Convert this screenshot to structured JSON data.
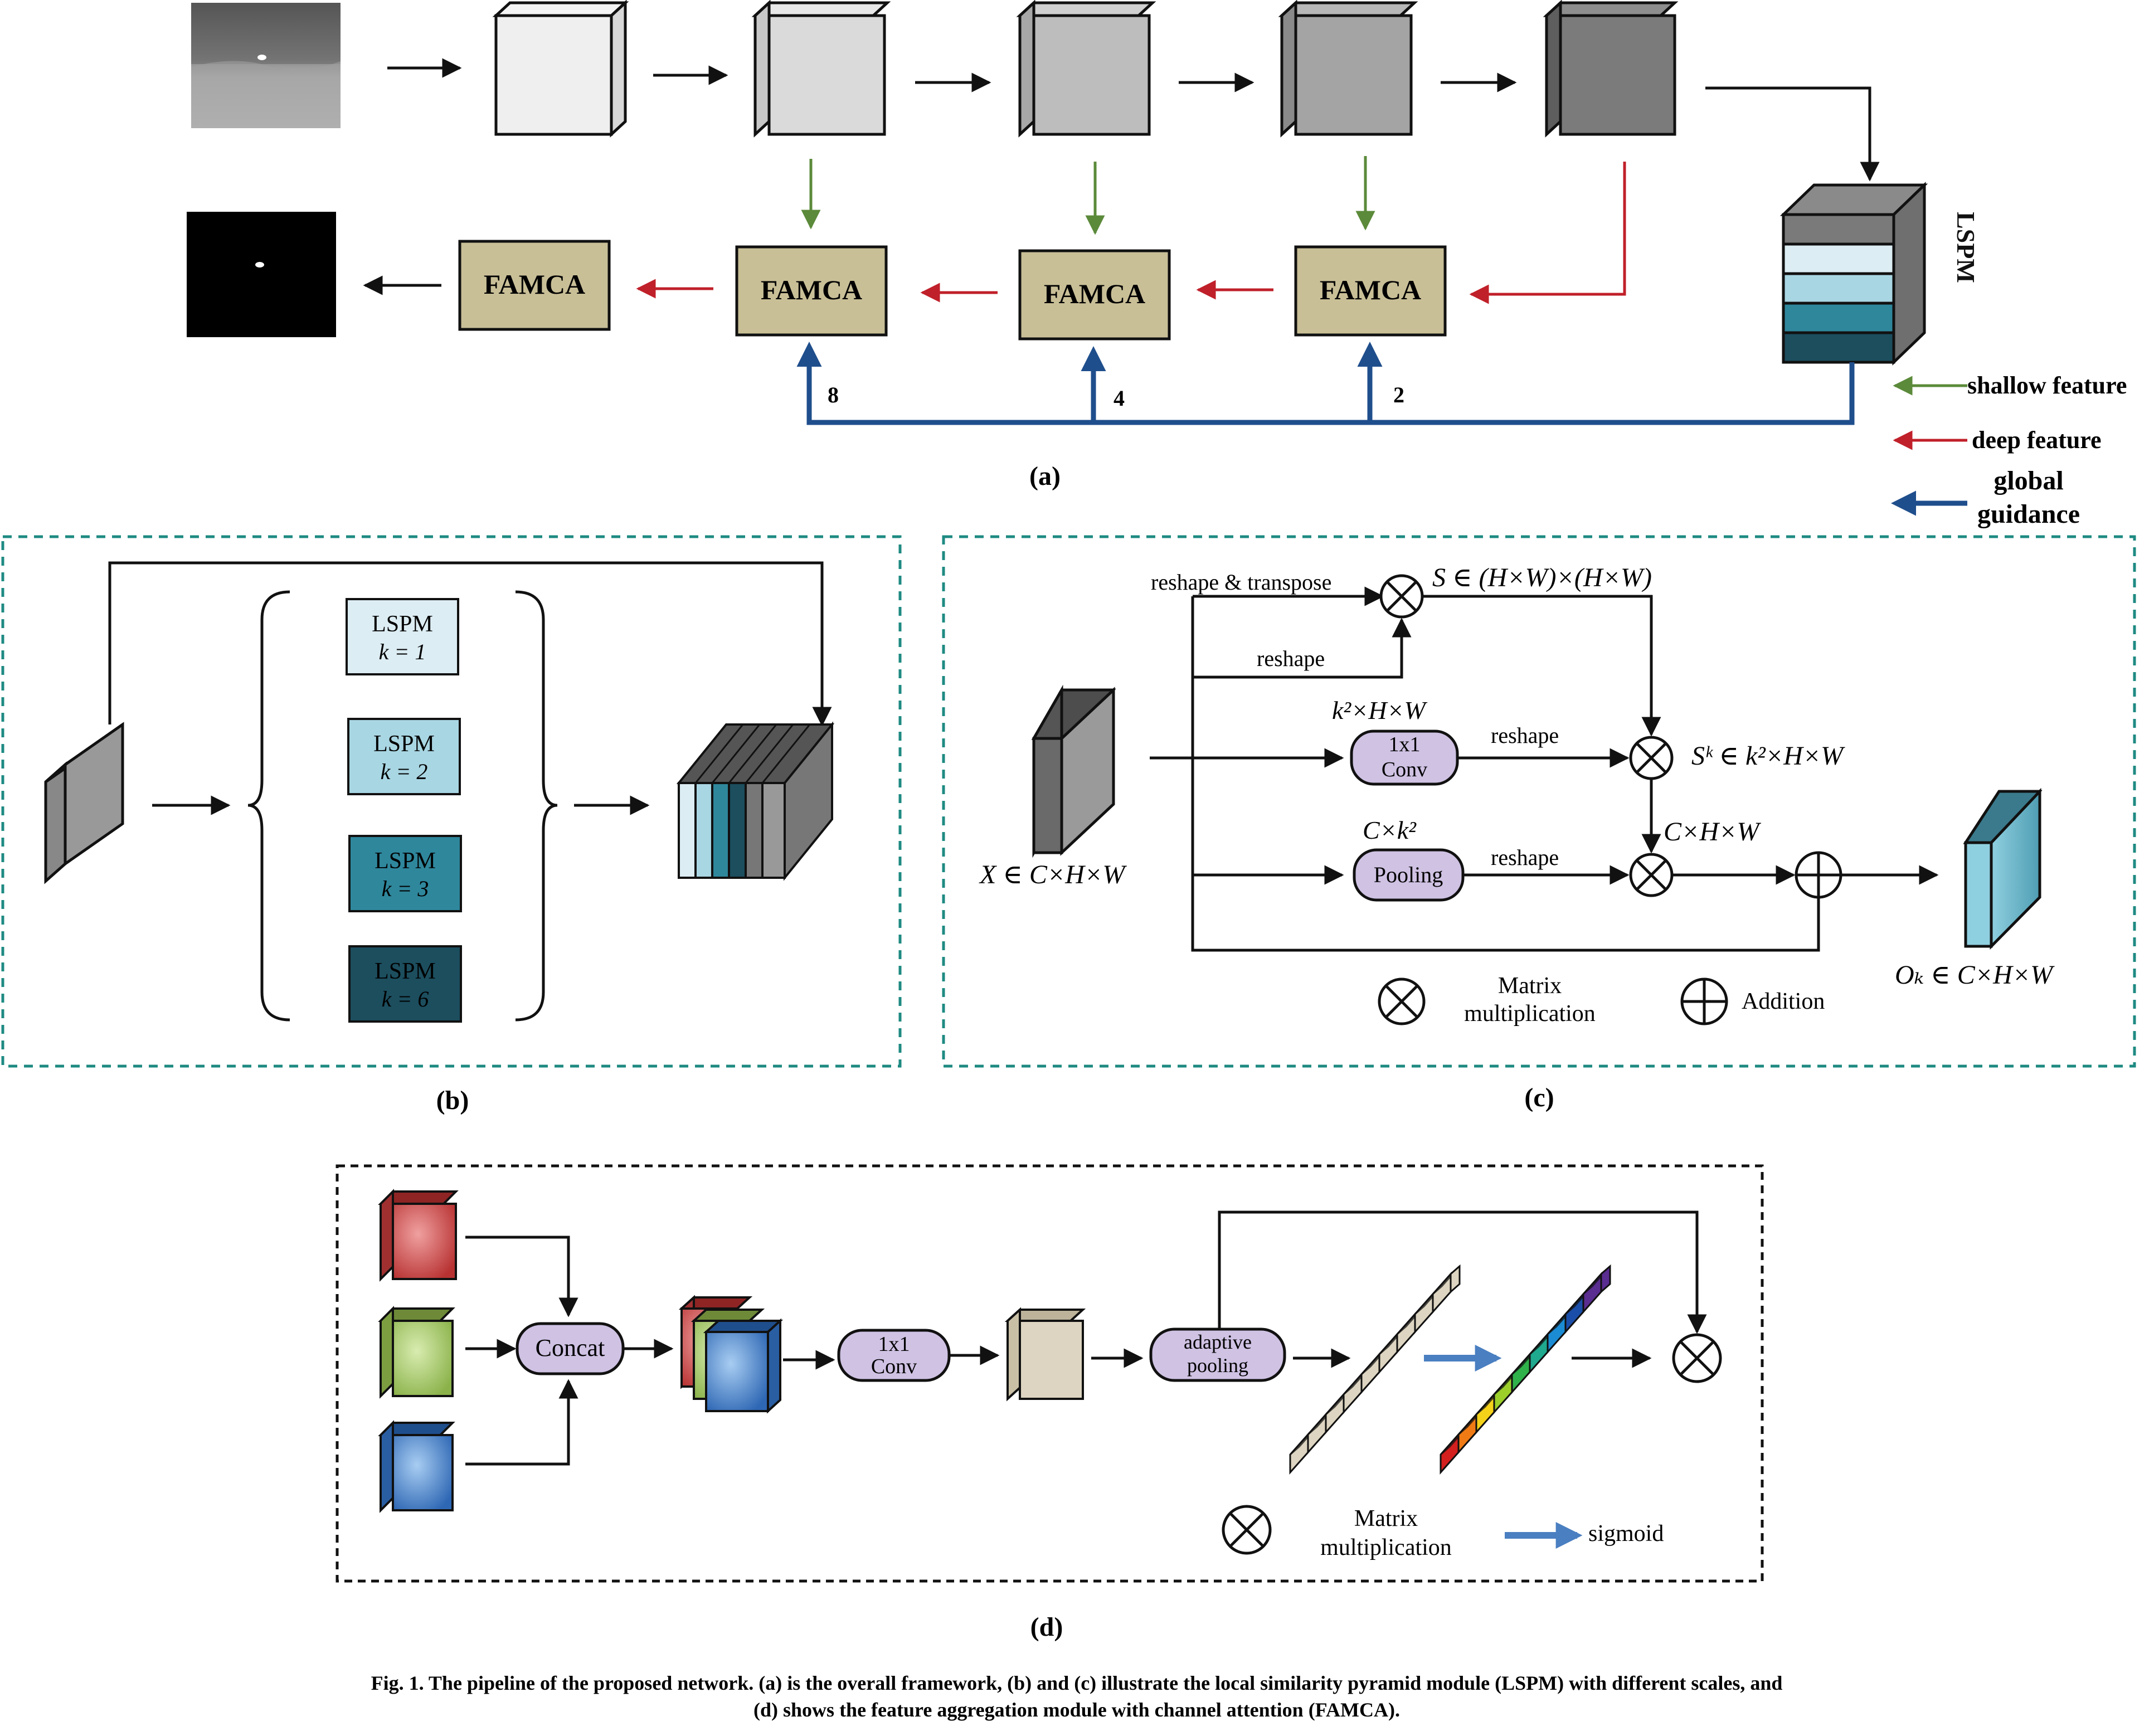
{
  "panel_a": {
    "caption": "(a)",
    "famca_label": "FAMCA",
    "lspm_label": "LSPM",
    "scale_8": "8",
    "scale_4": "4",
    "scale_2": "2",
    "legend": {
      "shallow": "shallow feature",
      "deep": "deep feature",
      "global_1": "global",
      "global_2": "guidance"
    },
    "colors": {
      "shallow": "#5b8a3a",
      "deep": "#c0202a",
      "global": "#1f4e8c",
      "famca_fill": "#c9bf97"
    }
  },
  "panel_b": {
    "caption": "(b)",
    "modules": [
      {
        "name": "LSPM",
        "k": "k = 1",
        "color": "#dcedf3"
      },
      {
        "name": "LSPM",
        "k": "k = 2",
        "color": "#a9d6e3"
      },
      {
        "name": "LSPM",
        "k": "k = 3",
        "color": "#2f879c"
      },
      {
        "name": "LSPM",
        "k": "k = 6",
        "color": "#1c4e5e"
      }
    ]
  },
  "panel_c": {
    "caption": "(c)",
    "reshape_transpose": "reshape & transpose",
    "reshape": "reshape",
    "S_formula": "S ∈ (H×W)×(H×W)",
    "k2_formula": "k²×H×W",
    "conv_1": "1x1",
    "conv_2": "Conv",
    "Sk_formula": "Sᵏ ∈ k²×H×W",
    "ck2_formula": "C×k²",
    "pooling": "Pooling",
    "chw": "C×H×W",
    "x_formula": "X ∈ C×H×W",
    "o_formula": "Oₖ ∈ C×H×W",
    "legend_matrix_1": "Matrix",
    "legend_matrix_2": "multiplication",
    "legend_addition": "Addition"
  },
  "panel_d": {
    "caption": "(d)",
    "concat": "Concat",
    "conv_1": "1x1",
    "conv_2": "Conv",
    "adaptive_1": "adaptive",
    "adaptive_2": "pooling",
    "legend_matrix_1": "Matrix",
    "legend_matrix_2": "multiplication",
    "legend_sigmoid": "sigmoid",
    "vector_colors": [
      "#d41f1f",
      "#f07b14",
      "#f5d21a",
      "#9ccf2a",
      "#2fb24a",
      "#1fa98f",
      "#1b8bd4",
      "#1b4ea8",
      "#5a2d91"
    ]
  },
  "figure_caption": {
    "line1": "Fig. 1. The pipeline of the proposed network. (a) is the overall framework, (b) and (c) illustrate the local similarity pyramid module (LSPM) with different scales, and",
    "line2": "(d) shows the feature aggregation module with channel attention (FAMCA)."
  }
}
